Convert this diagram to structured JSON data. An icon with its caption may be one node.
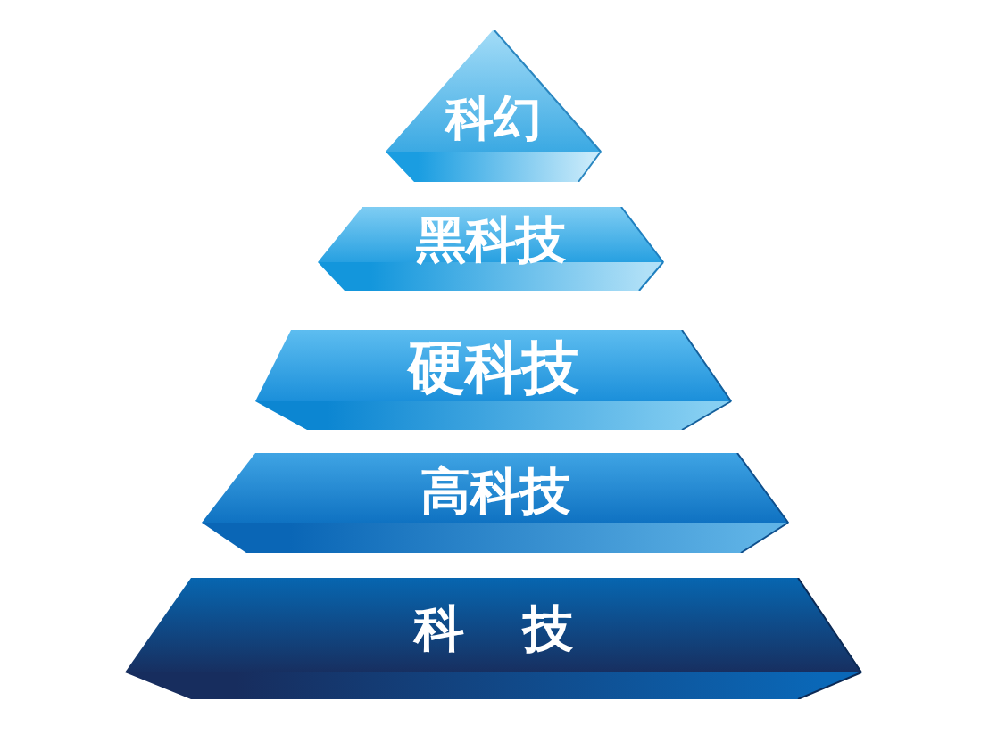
{
  "diagram": {
    "nodes": [
      {
        "text": [
          "科幻"
        ]
      },
      {
        "text": [
          "黑科技"
        ]
      },
      {
        "text": [
          "硬科技"
        ]
      },
      {
        "text": [
          "高科技"
        ]
      },
      {
        "text": [
          "科 技"
        ]
      }
    ]
  }
}
